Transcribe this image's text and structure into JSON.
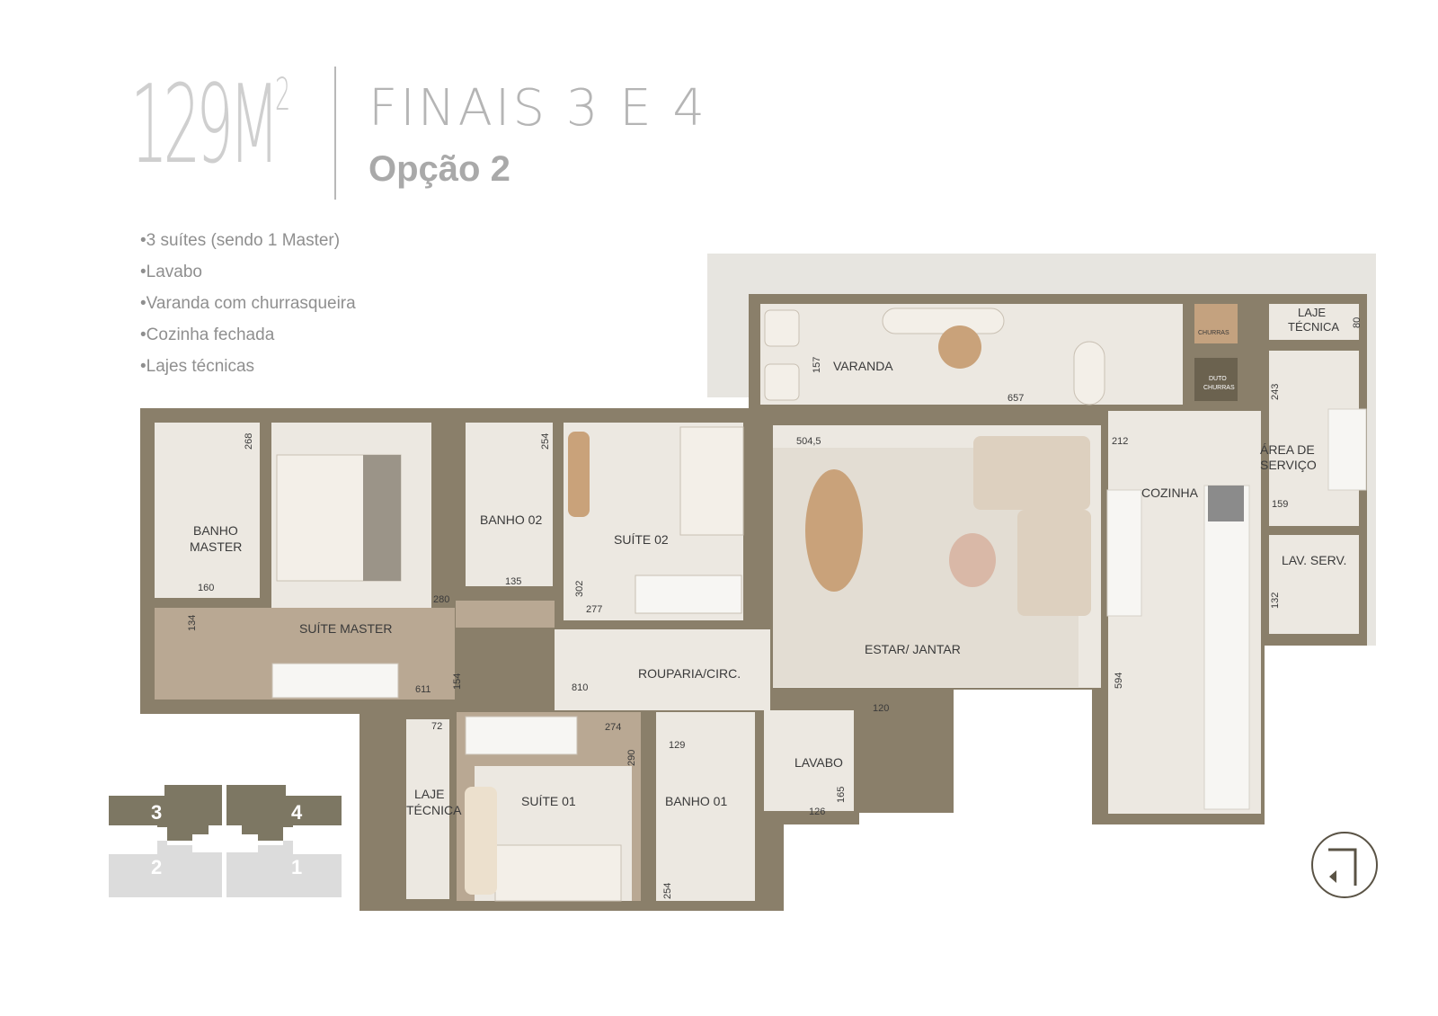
{
  "header": {
    "area": "129M",
    "area_exp": "2",
    "finais": "FINAIS 3 E 4",
    "option": "Opção 2"
  },
  "features": [
    "3 suítes (sendo 1 Master)",
    "Lavabo",
    "Varanda com churrasqueira",
    "Cozinha fechada",
    "Lajes técnicas"
  ],
  "rooms": {
    "varanda": "VARANDA",
    "churras": "CHURRAS",
    "duto_1": "DUTO",
    "duto_2": "CHURRAS",
    "laje_tecnica_top_1": "LAJE",
    "laje_tecnica_top_2": "TÉCNICA",
    "area_servico_1": "ÁREA DE",
    "area_servico_2": "SERVIÇO",
    "cozinha": "COZINHA",
    "lav_serv": "LAV. SERV.",
    "estar_jantar": "ESTAR/ JANTAR",
    "suite_02": "SUÍTE 02",
    "banho_02": "BANHO 02",
    "banho_master_1": "BANHO",
    "banho_master_2": "MASTER",
    "suite_master": "SUÍTE MASTER",
    "rouparia": "ROUPARIA/CIRC.",
    "lavabo": "LAVABO",
    "suite_01": "SUÍTE 01",
    "banho_01": "BANHO 01",
    "laje_tecnica_bottom_1": "LAJE",
    "laje_tecnica_bottom_2": "TÉCNICA"
  },
  "dimensions": {
    "d157": "157",
    "d657": "657",
    "d80": "80",
    "d243": "243",
    "d212": "212",
    "d504": "504,5",
    "d159": "159",
    "d132": "132",
    "d268": "268",
    "d254a": "254",
    "d160": "160",
    "d135": "135",
    "d302": "302",
    "d277": "277",
    "d280": "280",
    "d134": "134",
    "d611": "611",
    "d154": "154",
    "d810": "810",
    "d594": "594",
    "d120": "120",
    "d72": "72",
    "d274": "274",
    "d290": "290",
    "d129": "129",
    "d165": "165",
    "d126": "126",
    "d254b": "254"
  },
  "keymap": {
    "u3": "3",
    "u4": "4",
    "u2": "2",
    "u1": "1"
  },
  "colors": {
    "wall": "#8a7f6a",
    "floor_wood": "#b9a893",
    "floor_light": "#ece8e1",
    "outdoor": "#e7e5e0",
    "keymap_active": "#7d7763",
    "keymap_inactive": "#dcdcdc"
  }
}
